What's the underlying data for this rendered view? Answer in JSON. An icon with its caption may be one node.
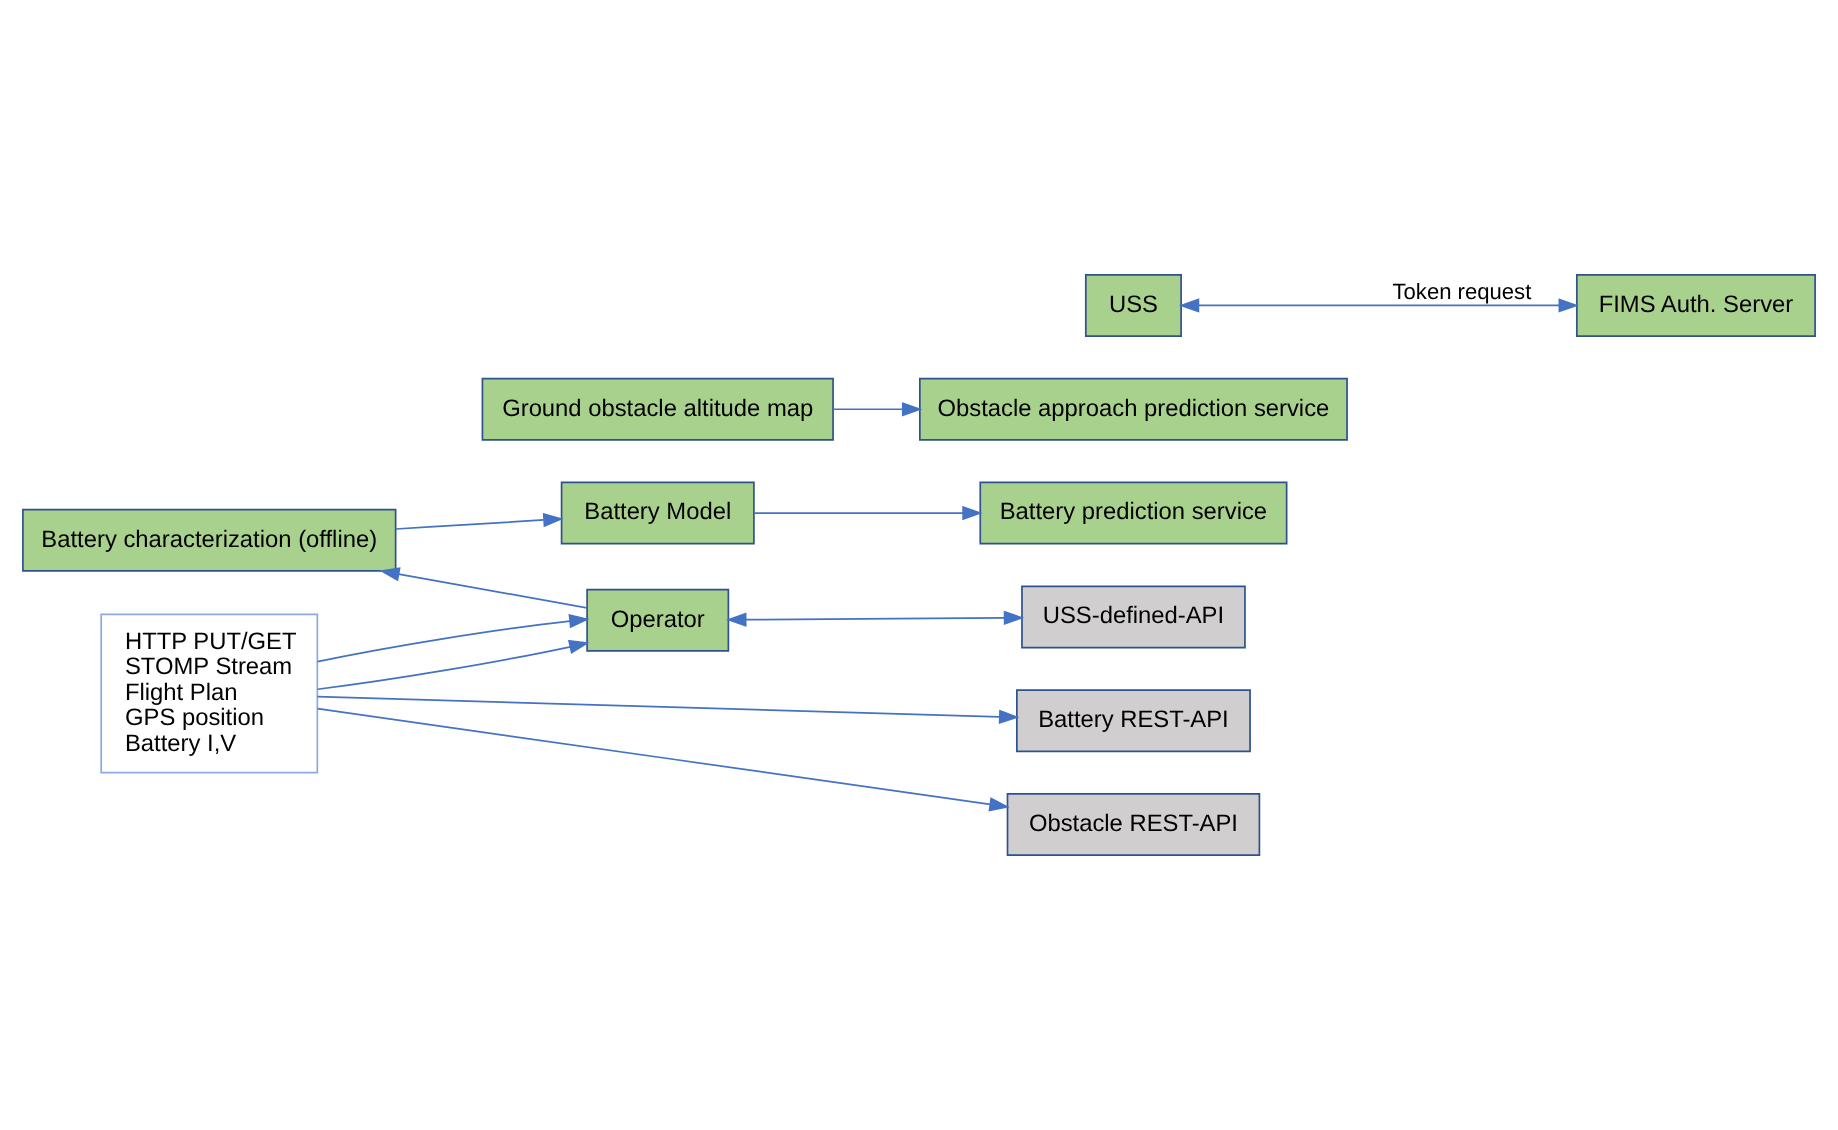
{
  "diagram": {
    "nodes": [
      {
        "text": [
          "Battery characterization (offline)"
        ]
      },
      {
        "text": [
          "Battery Model"
        ]
      },
      {
        "text": [
          "Battery REST-API"
        ]
      },
      {
        "text": [
          "Battery prediction service"
        ]
      },
      {
        "text": [
          "Obstacle REST-API"
        ]
      },
      {
        "text": [
          "Obstacle approach prediction service"
        ]
      },
      {
        "text": [
          "HTTP PUT/GET",
          "STOMP Stream",
          "Flight Plan",
          "GPS position",
          "Battery I,V"
        ]
      },
      {
        "text": [
          "Operator"
        ]
      },
      {
        "text": [
          "Ground obstacle altitude map"
        ]
      },
      {
        "text": [
          "FIMS Auth. Server"
        ]
      },
      {
        "text": [
          "USS-defined-API"
        ]
      },
      {
        "text": [
          "USS"
        ]
      }
    ],
    "edges": [
      {
        "from": 7,
        "to": 0,
        "arrow": "to"
      },
      {
        "from": 0,
        "to": 1,
        "arrow": "to"
      },
      {
        "from": 1,
        "to": 3,
        "arrow": "to"
      },
      {
        "from": 8,
        "to": 5,
        "arrow": "to"
      },
      {
        "from": 6,
        "to": 2,
        "arrow": "to"
      },
      {
        "from": 6,
        "to": 4,
        "arrow": "to"
      },
      {
        "from": 6,
        "to": 7,
        "arrow": "to"
      },
      {
        "from": 6,
        "to": 7,
        "arrow": "to"
      },
      {
        "from": 7,
        "to": 10,
        "arrow": "both"
      },
      {
        "from": 11,
        "to": 9,
        "label": "Token request",
        "arrow": "both"
      }
    ]
  }
}
